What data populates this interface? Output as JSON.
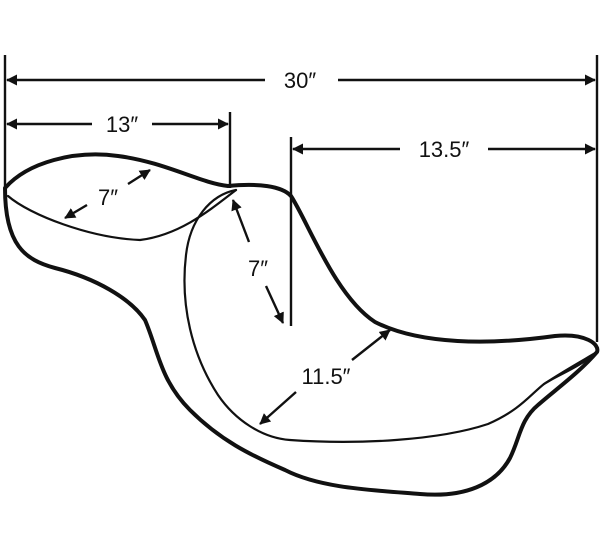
{
  "diagram": {
    "colors": {
      "ink": "#111111",
      "background": "#ffffff"
    },
    "dimensions": {
      "overall_length": "30″",
      "rider_seat_length": "13″",
      "passenger_seat_length": "13.5″",
      "rider_seat_width": "7″",
      "nose_width": "7″",
      "passenger_width": "11.5″"
    }
  }
}
